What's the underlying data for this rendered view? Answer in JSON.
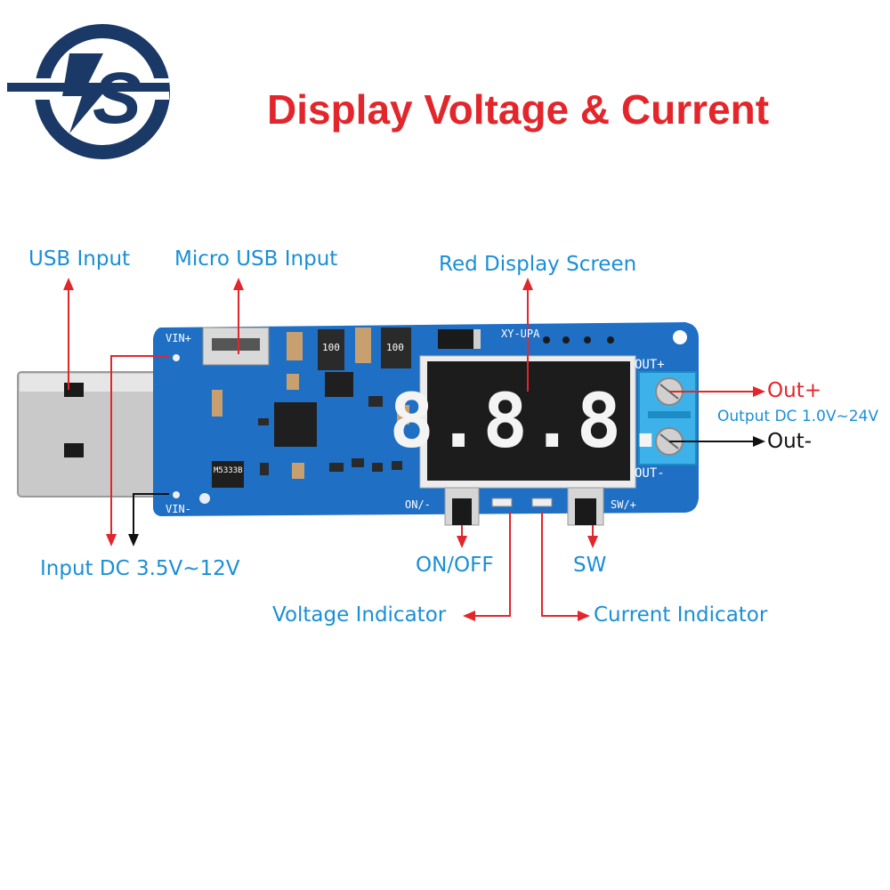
{
  "title": "Display Voltage & Current",
  "logo": {
    "text": "S",
    "name": "brand-logo"
  },
  "labels": {
    "usb_input": "USB Input",
    "micro_usb_input": "Micro USB Input",
    "red_display_screen": "Red Display Screen",
    "out_plus": "Out+",
    "output_dc": "Output DC 1.0V~24V",
    "out_minus": "Out-",
    "input_dc": "Input DC 3.5V~12V",
    "on_off": "ON/OFF",
    "sw": "SW",
    "voltage_indicator": "Voltage Indicator",
    "current_indicator": "Current Indicator"
  },
  "board": {
    "model": "XY-UPA",
    "vin_plus": "VIN+",
    "vin_minus": "VIN-",
    "out_plus": "OUT+",
    "out_minus": "OUT-",
    "on_minus": "ON/-",
    "sw_plus": "SW/+",
    "inductor1": "100",
    "inductor2": "100",
    "chip": "M5333B",
    "display": "8.8.8."
  },
  "colors": {
    "title": "#e3262b",
    "label": "#1a8fd6",
    "pcb": "#1f6fc4",
    "arrow_red": "#e3262b",
    "logo": "#1b3966"
  }
}
